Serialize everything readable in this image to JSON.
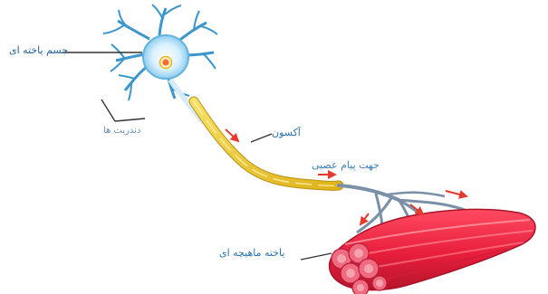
{
  "labels": {
    "cell_body": "جسم یاخته ای",
    "dendrites": "دندریت ها",
    "axon": "آکسون",
    "signal_direction": "جهت پیام عصبی",
    "muscle_cells": "یاخته ماهیچه ای"
  },
  "colors": {
    "axon": "#e3c02c",
    "axon_outline": "#b99213",
    "neuron_body": "#dff4ff",
    "dendrite": "#3b96cc",
    "nucleus": "#ff6a33",
    "muscle": "#e81e3c",
    "muscle_dark": "#b3152b",
    "nerve_branch": "#7a8fa8",
    "arrow": "#e53a2f"
  },
  "icons": {
    "arrow": "signal-direction-arrow-icon"
  }
}
